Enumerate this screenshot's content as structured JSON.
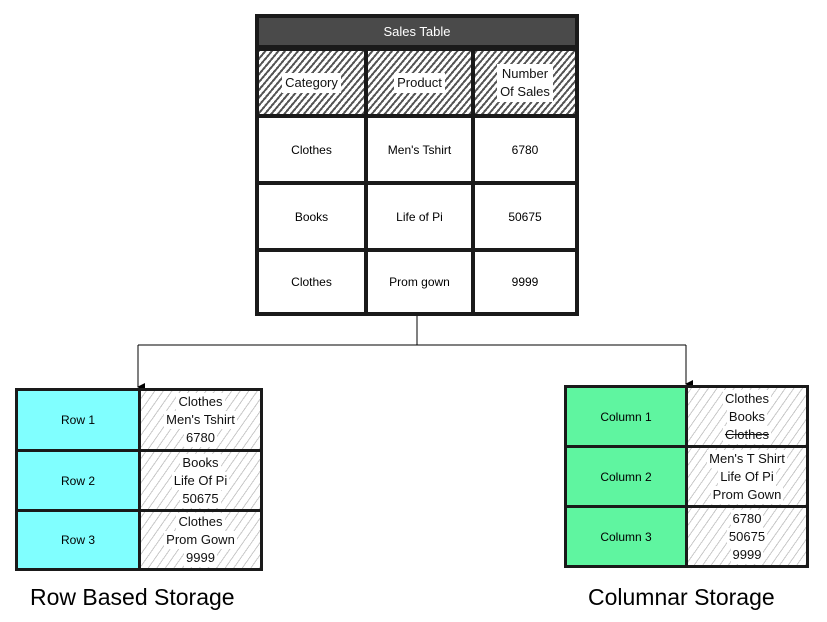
{
  "sales_table": {
    "title": "Sales Table",
    "headers": [
      "Category",
      "Product",
      "Number Of Sales"
    ],
    "header_lines": [
      [
        "Category"
      ],
      [
        "Product"
      ],
      [
        "Number",
        "Of Sales"
      ]
    ],
    "rows": [
      [
        "Clothes",
        "Men's Tshirt",
        "6780"
      ],
      [
        "Books",
        "Life of Pi",
        "50675"
      ],
      [
        "Clothes",
        "Prom gown",
        "9999"
      ]
    ]
  },
  "row_storage": {
    "caption": "Row Based Storage",
    "label_color": "#80ffff",
    "items": [
      {
        "label": "Row 1",
        "values": [
          "Clothes",
          "Men's Tshirt",
          "6780"
        ]
      },
      {
        "label": "Row 2",
        "values": [
          "Books",
          "Life Of Pi",
          "50675"
        ]
      },
      {
        "label": "Row 3",
        "values": [
          "Clothes",
          "Prom Gown",
          "9999"
        ]
      }
    ]
  },
  "columnar_storage": {
    "caption": "Columnar Storage",
    "label_color": "#5ff5a0",
    "items": [
      {
        "label": "Column 1",
        "values": [
          "Clothes",
          "Books",
          "Clothes"
        ]
      },
      {
        "label": "Column 2",
        "values": [
          "Men's T Shirt",
          "Life Of Pi",
          "Prom Gown"
        ]
      },
      {
        "label": "Column 3",
        "values": [
          "6780",
          "50675",
          "9999"
        ]
      }
    ]
  }
}
